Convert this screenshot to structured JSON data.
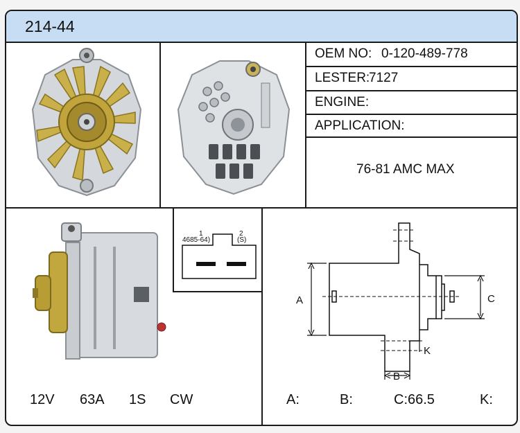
{
  "title": "214-44",
  "info": {
    "oem_label": "OEM NO:",
    "oem_value": "0-120-489-778",
    "lester_label": "LESTER:",
    "lester_value": "7127",
    "engine_label": "ENGINE:",
    "application_label": "APPLICATION:",
    "application_value": "76-81 AMC MAX"
  },
  "connector": {
    "pin1_number": "1",
    "pin1_label": "4685-64)",
    "pin2_number": "2",
    "pin2_label": "(S)"
  },
  "specs": {
    "voltage": "12V",
    "amperage": "63A",
    "groove": "1S",
    "rotation": "CW"
  },
  "dimension_labels": {
    "a": "A",
    "b": "B",
    "c": "C",
    "k": "K"
  },
  "dimensions": {
    "a_label": "A:",
    "b_label": "B:",
    "c_label": "C:66.5",
    "k_label": "K:"
  },
  "colors": {
    "header_bg": "#c7ddf3",
    "border": "#1a1a1a",
    "fan_gold": "#c9b04a",
    "housing_silver": "#d4d8dc"
  },
  "icons": {
    "front_view": "alternator-front-icon",
    "rear_view": "alternator-rear-icon",
    "side_view": "alternator-side-icon",
    "plug": "connector-plug-icon",
    "outline": "dimension-outline-icon"
  }
}
